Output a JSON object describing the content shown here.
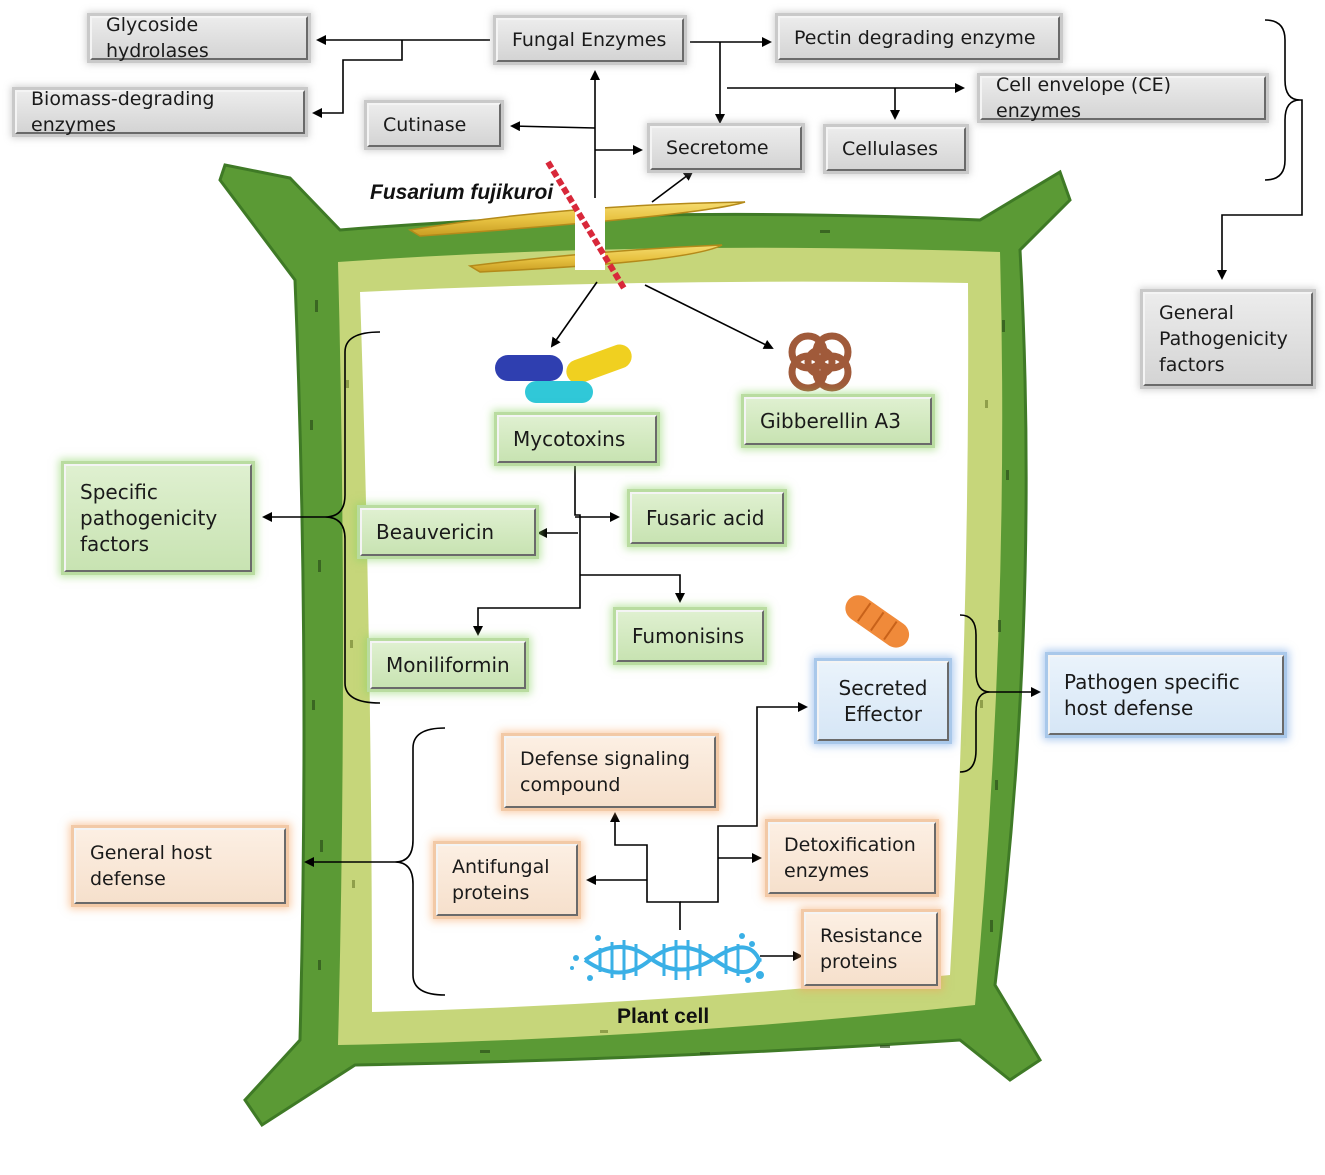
{
  "labels": {
    "fungus_name": "Fusarium fujikuroi",
    "plant_cell": "Plant cell"
  },
  "nodes": {
    "glycoside_hydrolases": "Glycoside hydrolases",
    "fungal_enzymes": "Fungal Enzymes",
    "pectin_degrading_enzyme": "Pectin degrading enzyme",
    "biomass_degrading_enzymes": "Biomass-degrading enzymes",
    "cutinase": "Cutinase",
    "cell_envelope_enzymes": "Cell envelope (CE) enzymes",
    "secretome": "Secretome",
    "cellulases": "Cellulases",
    "general_pathogenicity_factors": "General\nPathogenicity\nfactors",
    "mycotoxins": "Mycotoxins",
    "gibberellin_a3": "Gibberellin A3",
    "specific_pathogenicity_factors": "Specific\npathogenicity\nfactors",
    "beauvericin": "Beauvericin",
    "fusaric_acid": "Fusaric acid",
    "fumonisins": "Fumonisins",
    "moniliformin": "Moniliformin",
    "secreted_effector": "Secreted\nEffector",
    "pathogen_specific_host_defense": "Pathogen specific\nhost defense",
    "defense_signaling_compound": "Defense signaling\ncompound",
    "general_host_defense": "General  host\ndefense",
    "antifungal_proteins": "Antifungal\nproteins",
    "detoxification_enzymes": "Detoxification\nenzymes",
    "resistance_proteins": "Resistance\nproteins"
  },
  "colors": {
    "cell_wall": "#5b9a35",
    "cell_wall_dark": "#3f7a26",
    "membrane": "#c6d67a",
    "hypha": "#e9c84a",
    "fungus_spike": "#d8283a",
    "dna": "#3ab0e6",
    "gibberellin": "#a05a3a",
    "effector": "#f08a3a",
    "mycotoxin_blue": "#2f3fb0",
    "mycotoxin_yellow": "#f0d020",
    "mycotoxin_cyan": "#30c8d8"
  }
}
